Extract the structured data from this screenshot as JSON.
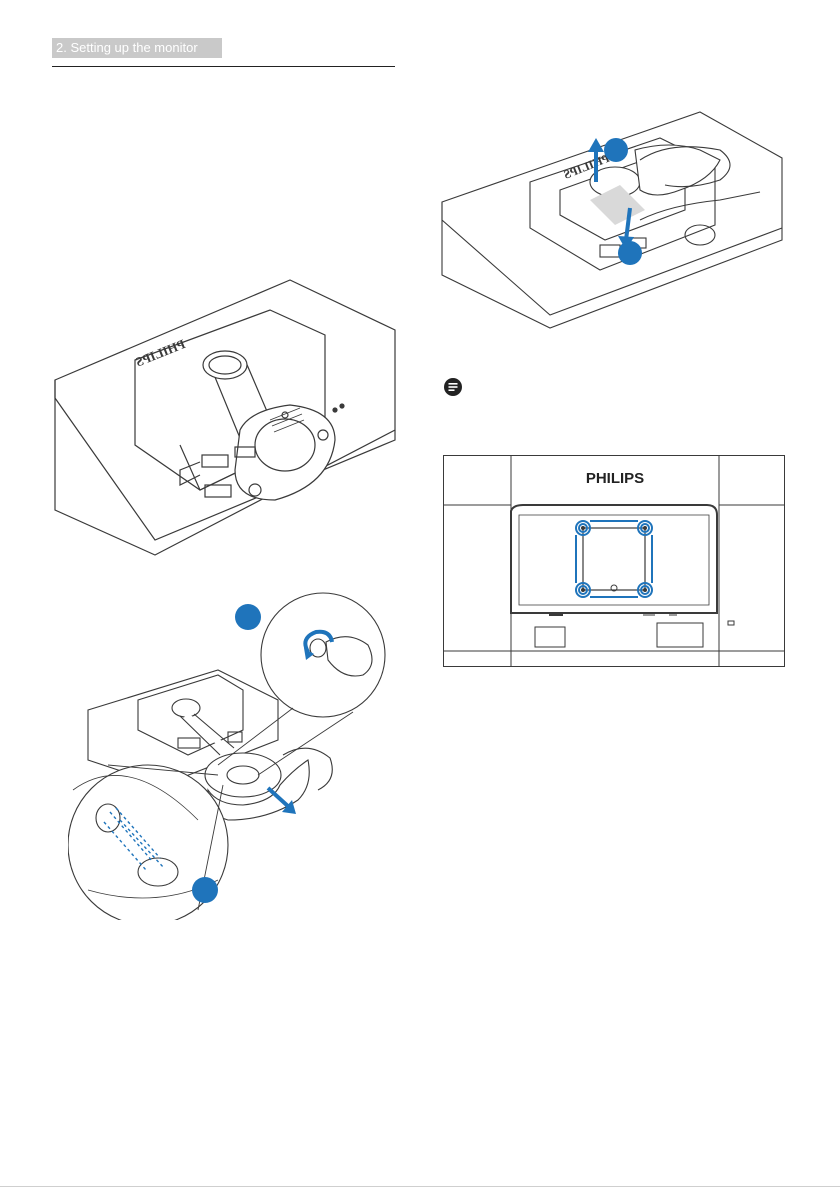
{
  "header": {
    "section_title": "2. Setting up the monitor"
  },
  "figures": {
    "monitor_back_brand": "PHILIPS",
    "vesa_diagram_brand": "PHILIPS"
  },
  "icons": {
    "note": "note-icon",
    "rotate": "rotate-arrow-icon",
    "pull": "pull-arrow-icon"
  },
  "colors": {
    "accent_blue": "#1f74bb",
    "line": "#3a3a3a",
    "header_tab": "#c9c9c9"
  }
}
